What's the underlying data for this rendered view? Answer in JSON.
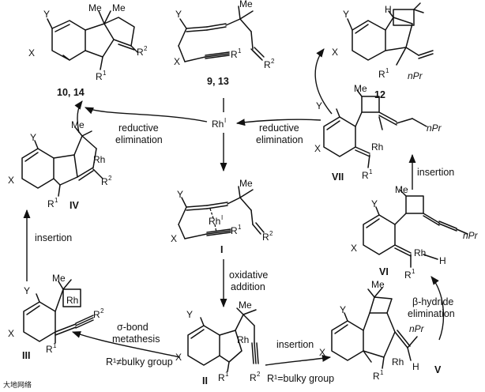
{
  "catalyst": {
    "label": "Rh",
    "sup": "I"
  },
  "compounds": {
    "sm_label": "9, 13",
    "p1_label": "10, 14",
    "p2_label": "12",
    "int_I": "I",
    "int_II": "II",
    "int_III": "III",
    "int_IV": "IV",
    "int_V": "V",
    "int_VI": "VI",
    "int_VII": "VII"
  },
  "atoms": {
    "X": "X",
    "Y": "Y",
    "Me": "Me",
    "Rh": "Rh",
    "H": "H",
    "R": "R",
    "one": "1",
    "two": "2",
    "nPr": "nPr"
  },
  "conditions": {
    "reductive_elimination_l1": "reductive",
    "reductive_elimination_l2": "elimination",
    "oxidative_addition_l1": "oxidative",
    "oxidative_addition_l2": "addition",
    "insertion": "insertion",
    "sigma_bond_l1": "σ-bond",
    "sigma_bond_l2": "metathesis",
    "not_bulky": "R¹≠bulky group",
    "bulky": "R¹=bulky group",
    "beta_hydride_l1": "β-hydride",
    "beta_hydride_l2": "elimination"
  },
  "watermark": "大地网络"
}
